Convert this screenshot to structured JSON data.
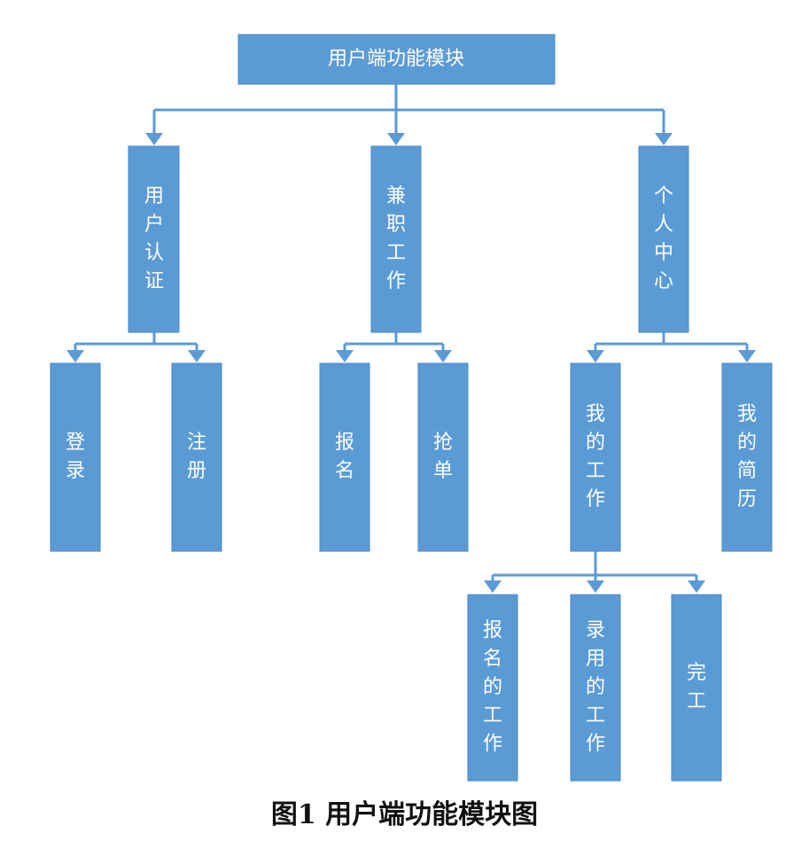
{
  "diagram": {
    "root": {
      "label": "用户端功能模块"
    },
    "user_auth": {
      "label": "用户认证"
    },
    "login": {
      "label": "登录"
    },
    "register": {
      "label": "注册"
    },
    "part_time": {
      "label": "兼职工作"
    },
    "apply": {
      "label": "报名"
    },
    "grab": {
      "label": "抢单"
    },
    "personal": {
      "label": "个人中心"
    },
    "my_jobs": {
      "label": "我的工作"
    },
    "my_resume": {
      "label": "我的简历"
    },
    "applied_jobs": {
      "label": "报名的工作"
    },
    "hired_jobs": {
      "label": "录用的工作"
    },
    "completed": {
      "label": "完工"
    }
  },
  "caption": "图1 用户端功能模块图",
  "colors": {
    "box_fill": "#5b9bd5",
    "connector": "#5b9bd5",
    "text": "#ffffff"
  }
}
